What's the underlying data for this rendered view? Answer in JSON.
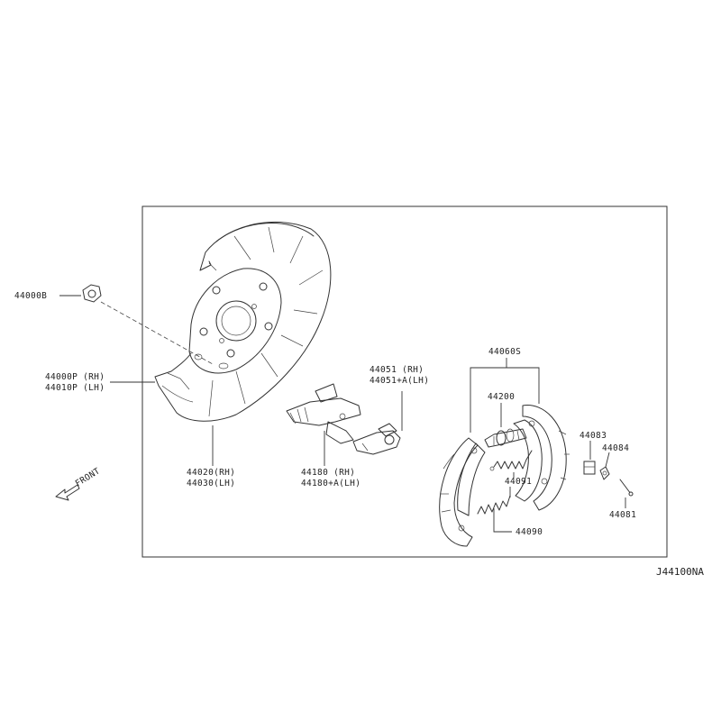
{
  "diagram_code": "J44100NA",
  "direction_label": "FRONT",
  "labels": {
    "nut": "44000B",
    "backing_plate_rh": "44000P (RH)",
    "backing_plate_lh": "44010P (LH)",
    "plate_assy_rh": "44020(RH)",
    "plate_assy_lh": "44030(LH)",
    "lever_rh": "44180   (RH)",
    "lever_lh": "44180+A(LH)",
    "adjuster_rh": "44051   (RH)",
    "adjuster_lh": "44051+A(LH)",
    "shoe_set": "44060S",
    "adjuster_assy": "44200",
    "spring_upper": "44091",
    "spring_lower": "44090",
    "retainer": "44083",
    "spring_hold": "44084",
    "pin": "44081"
  }
}
